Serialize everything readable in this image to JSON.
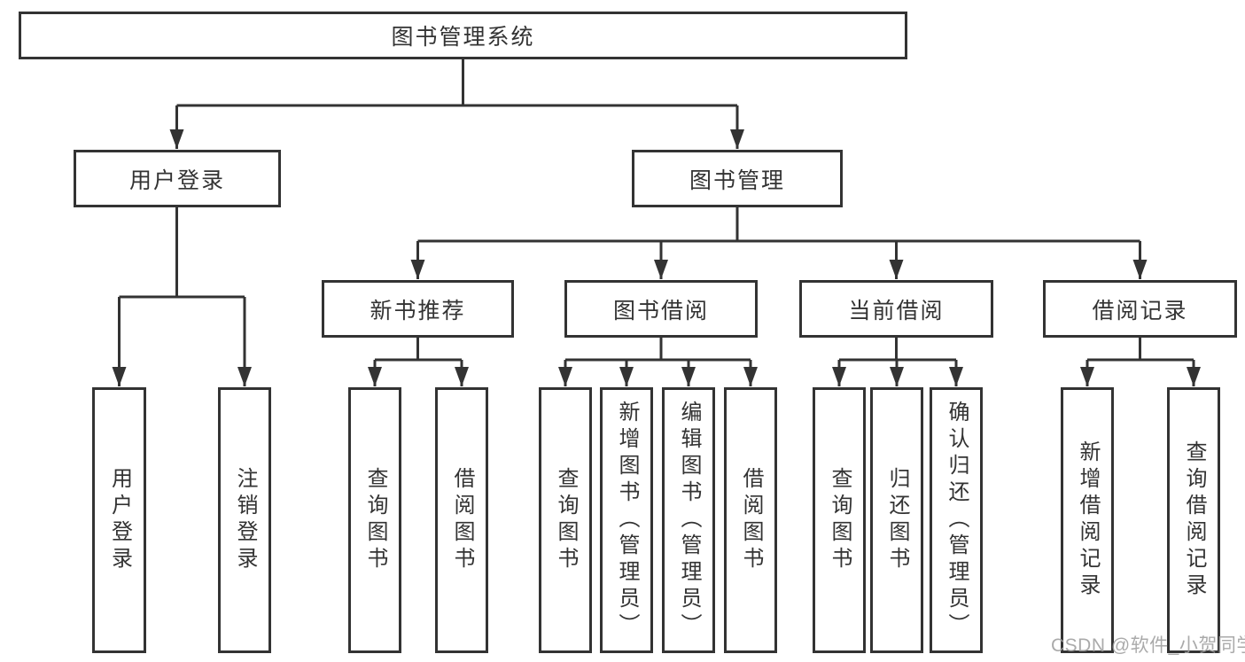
{
  "diagram": {
    "type": "tree-diagram",
    "orientation": "top-down"
  },
  "colors": {
    "line": "#333333",
    "box_border": "#333333",
    "text": "#333333",
    "background": "#ffffff",
    "watermark": "#9e9e9e"
  },
  "tree": {
    "label": "图书管理系统",
    "children": [
      {
        "label": "用户登录",
        "children": [
          {
            "label": "用户登录"
          },
          {
            "label": "注销登录"
          }
        ]
      },
      {
        "label": "图书管理",
        "children": [
          {
            "label": "新书推荐",
            "children": [
              {
                "label": "查询图书"
              },
              {
                "label": "借阅图书"
              }
            ]
          },
          {
            "label": "图书借阅",
            "children": [
              {
                "label": "查询图书"
              },
              {
                "label": "新增图书（管理员）"
              },
              {
                "label": "编辑图书（管理员）"
              },
              {
                "label": "借阅图书"
              }
            ]
          },
          {
            "label": "当前借阅",
            "children": [
              {
                "label": "查询图书"
              },
              {
                "label": "归还图书"
              },
              {
                "label": "确认归还（管理员）"
              }
            ]
          },
          {
            "label": "借阅记录",
            "children": [
              {
                "label": "新增借阅记录"
              },
              {
                "label": "查询借阅记录"
              }
            ]
          }
        ]
      }
    ]
  },
  "watermark": {
    "text": "CSDN @软件_小贺同学"
  }
}
